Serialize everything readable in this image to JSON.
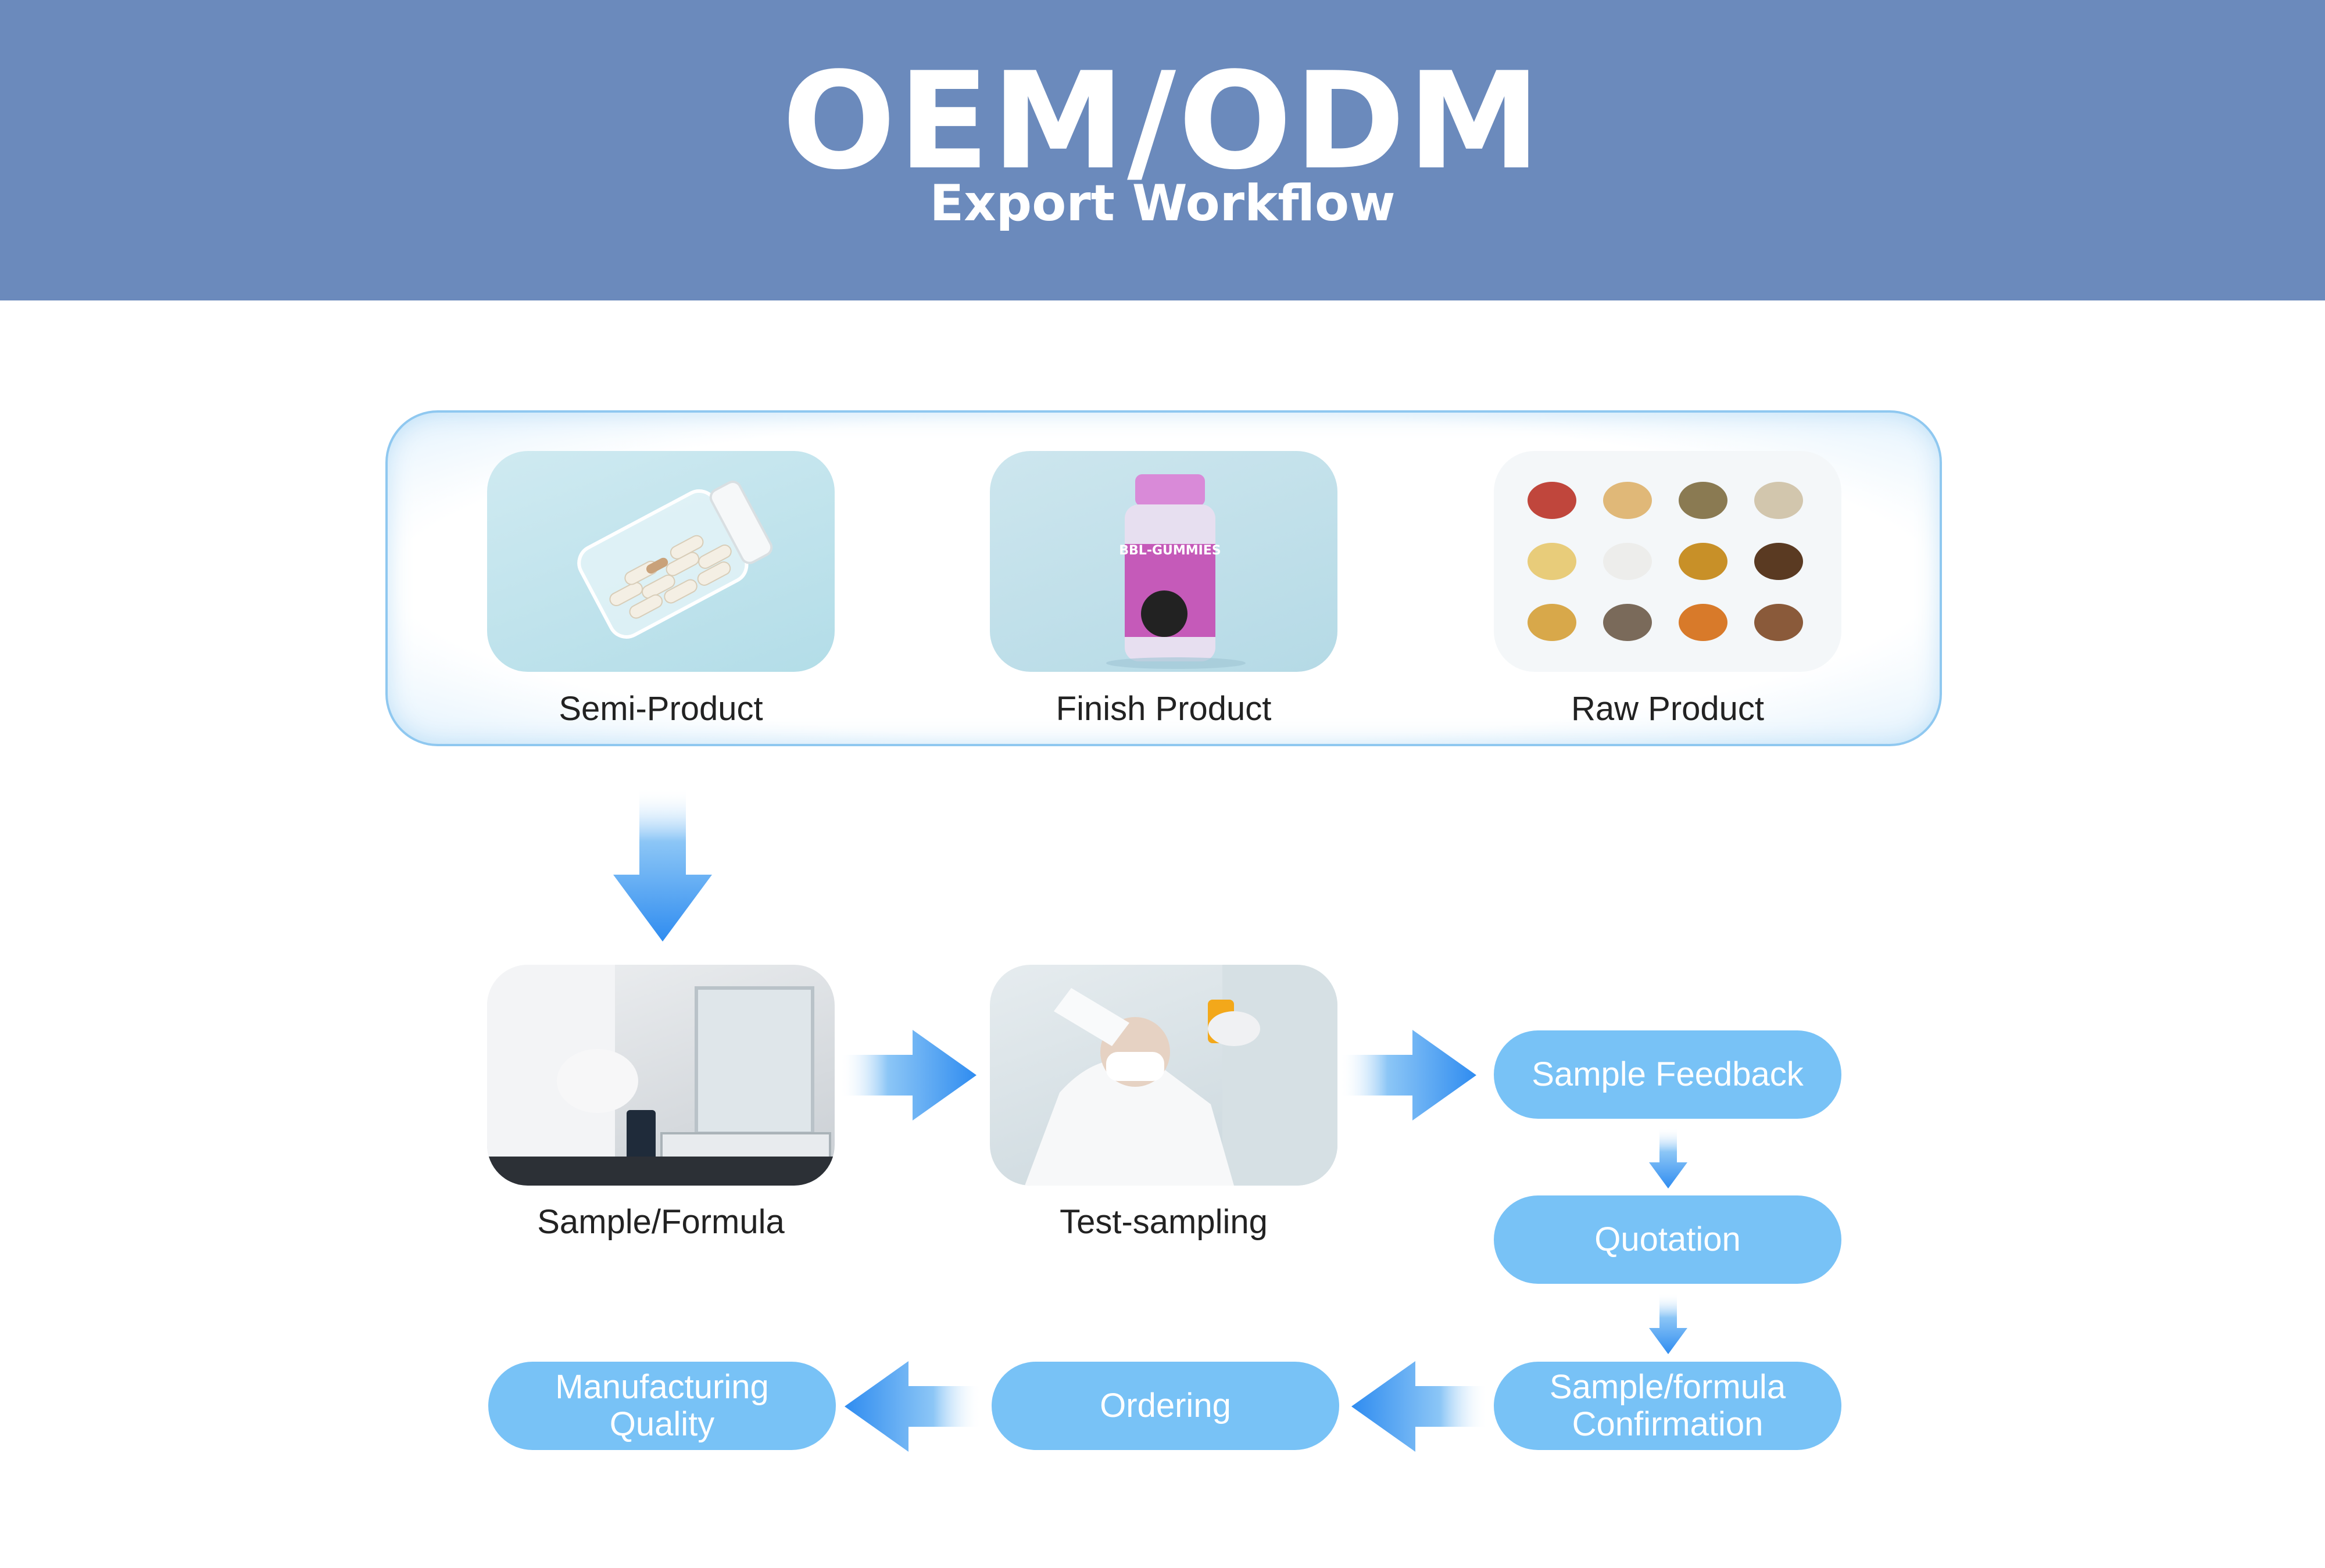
{
  "header": {
    "title": "OEM/ODM",
    "subtitle": "Export Workflow"
  },
  "products": [
    {
      "label": "Semi-Product",
      "icon": "capsule-bottle-icon"
    },
    {
      "label": "Finish Product",
      "icon": "gummy-bottle-icon",
      "bottle_text": "BBL-GUMMIES"
    },
    {
      "label": "Raw Product",
      "icon": "raw-powders-icon"
    }
  ],
  "steps": {
    "sample_formula": "Sample/Formula",
    "test_sampling": "Test-sampling",
    "sample_feedback": "Sample Feedback",
    "quotation": "Quotation",
    "confirmation_line1": "Sample/formula",
    "confirmation_line2": "Confirmation",
    "ordering": "Ordering",
    "manufacturing_line1": "Manufacturing",
    "manufacturing_line2": "Quality"
  },
  "colors": {
    "banner": "#6b8abc",
    "pill": "#78c2f6",
    "arrow": "#2f8cf0",
    "panel_border": "#8fc8f0"
  }
}
